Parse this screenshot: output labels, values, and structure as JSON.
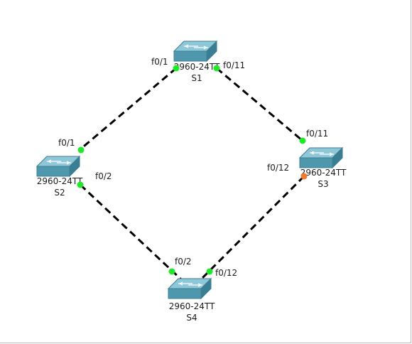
{
  "devices": [
    {
      "id": "S1",
      "model": "2960-24TT",
      "name": "S1"
    },
    {
      "id": "S2",
      "model": "2960-24TT",
      "name": "S2"
    },
    {
      "id": "S3",
      "model": "2960-24TT",
      "name": "S3"
    },
    {
      "id": "S4",
      "model": "2960-24TT",
      "name": "S4"
    }
  ],
  "links": [
    {
      "from": "S1",
      "from_port": "f0/1",
      "to": "S2",
      "to_port": "f0/1",
      "from_status": "up",
      "to_status": "up"
    },
    {
      "from": "S1",
      "from_port": "f0/11",
      "to": "S3",
      "to_port": "f0/11",
      "from_status": "up",
      "to_status": "up"
    },
    {
      "from": "S2",
      "from_port": "f0/2",
      "to": "S4",
      "to_port": "f0/2",
      "from_status": "up",
      "to_status": "up"
    },
    {
      "from": "S3",
      "from_port": "f0/12",
      "to": "S4",
      "to_port": "f0/12",
      "from_status": "blocking",
      "to_status": "up"
    }
  ],
  "colors": {
    "link_up": "#22e82a",
    "link_blocking": "#f07a2c",
    "cable": "#000000",
    "switch_top": "#8ec8d8",
    "switch_front": "#4f97ad",
    "switch_side": "#3a7e93"
  },
  "icons": {
    "switch": "switch-icon"
  }
}
